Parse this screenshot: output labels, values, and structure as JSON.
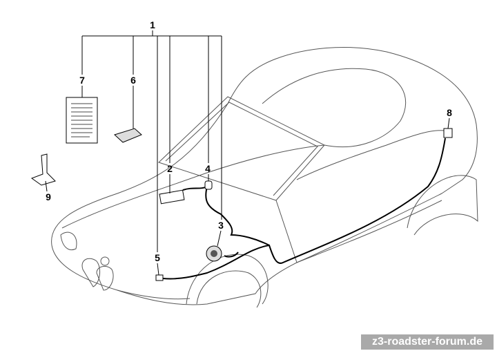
{
  "diagram": {
    "callouts": [
      {
        "id": "1",
        "label": "1"
      },
      {
        "id": "2",
        "label": "2"
      },
      {
        "id": "3",
        "label": "3"
      },
      {
        "id": "4",
        "label": "4"
      },
      {
        "id": "5",
        "label": "5"
      },
      {
        "id": "6",
        "label": "6"
      },
      {
        "id": "7",
        "label": "7"
      },
      {
        "id": "8",
        "label": "8"
      },
      {
        "id": "9",
        "label": "9"
      }
    ]
  },
  "watermark": "z3-roadster-forum.de"
}
